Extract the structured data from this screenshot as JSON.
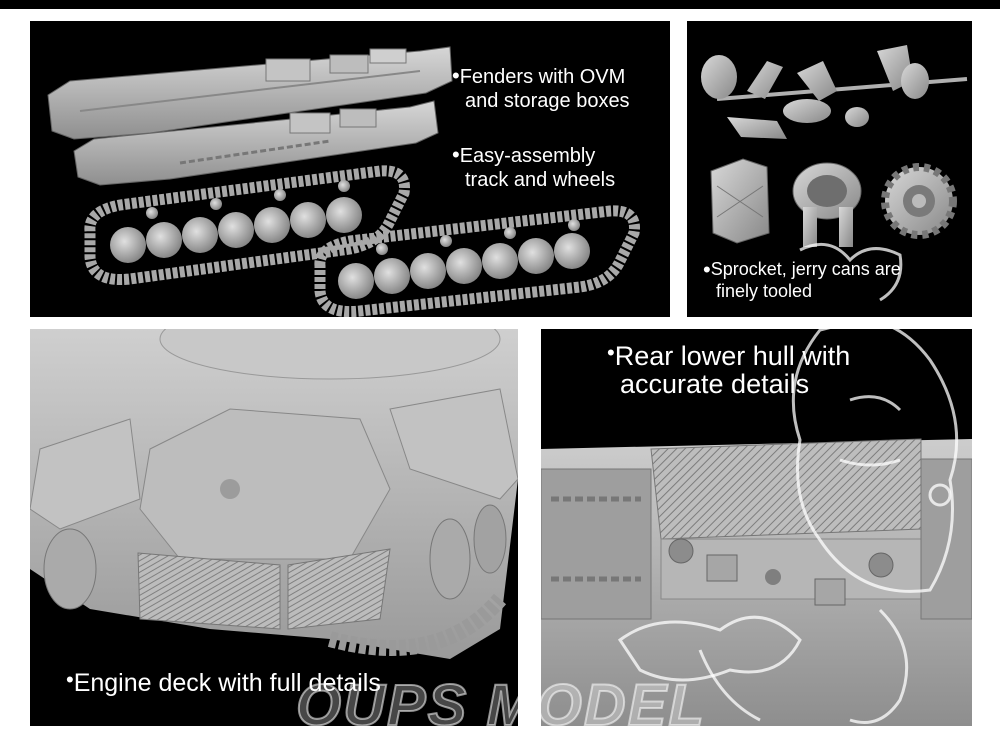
{
  "captions": {
    "fenders": {
      "line1": "Fenders with OVM",
      "line2": "and storage boxes"
    },
    "track": {
      "line1": "Easy-assembly",
      "line2": "track and wheels"
    },
    "sprocket": {
      "line1": "Sprocket, jerry cans are",
      "line2": "finely tooled"
    },
    "engine": {
      "line1": "Engine deck with full details"
    },
    "rear": {
      "line1": "Rear lower hull with",
      "line2": "accurate details"
    }
  },
  "bullet": "•",
  "watermark": {
    "text": "OUPS MODEL"
  },
  "colors": {
    "background": "#000000",
    "parts": "#b4b4b4",
    "caption": "#ffffff"
  }
}
